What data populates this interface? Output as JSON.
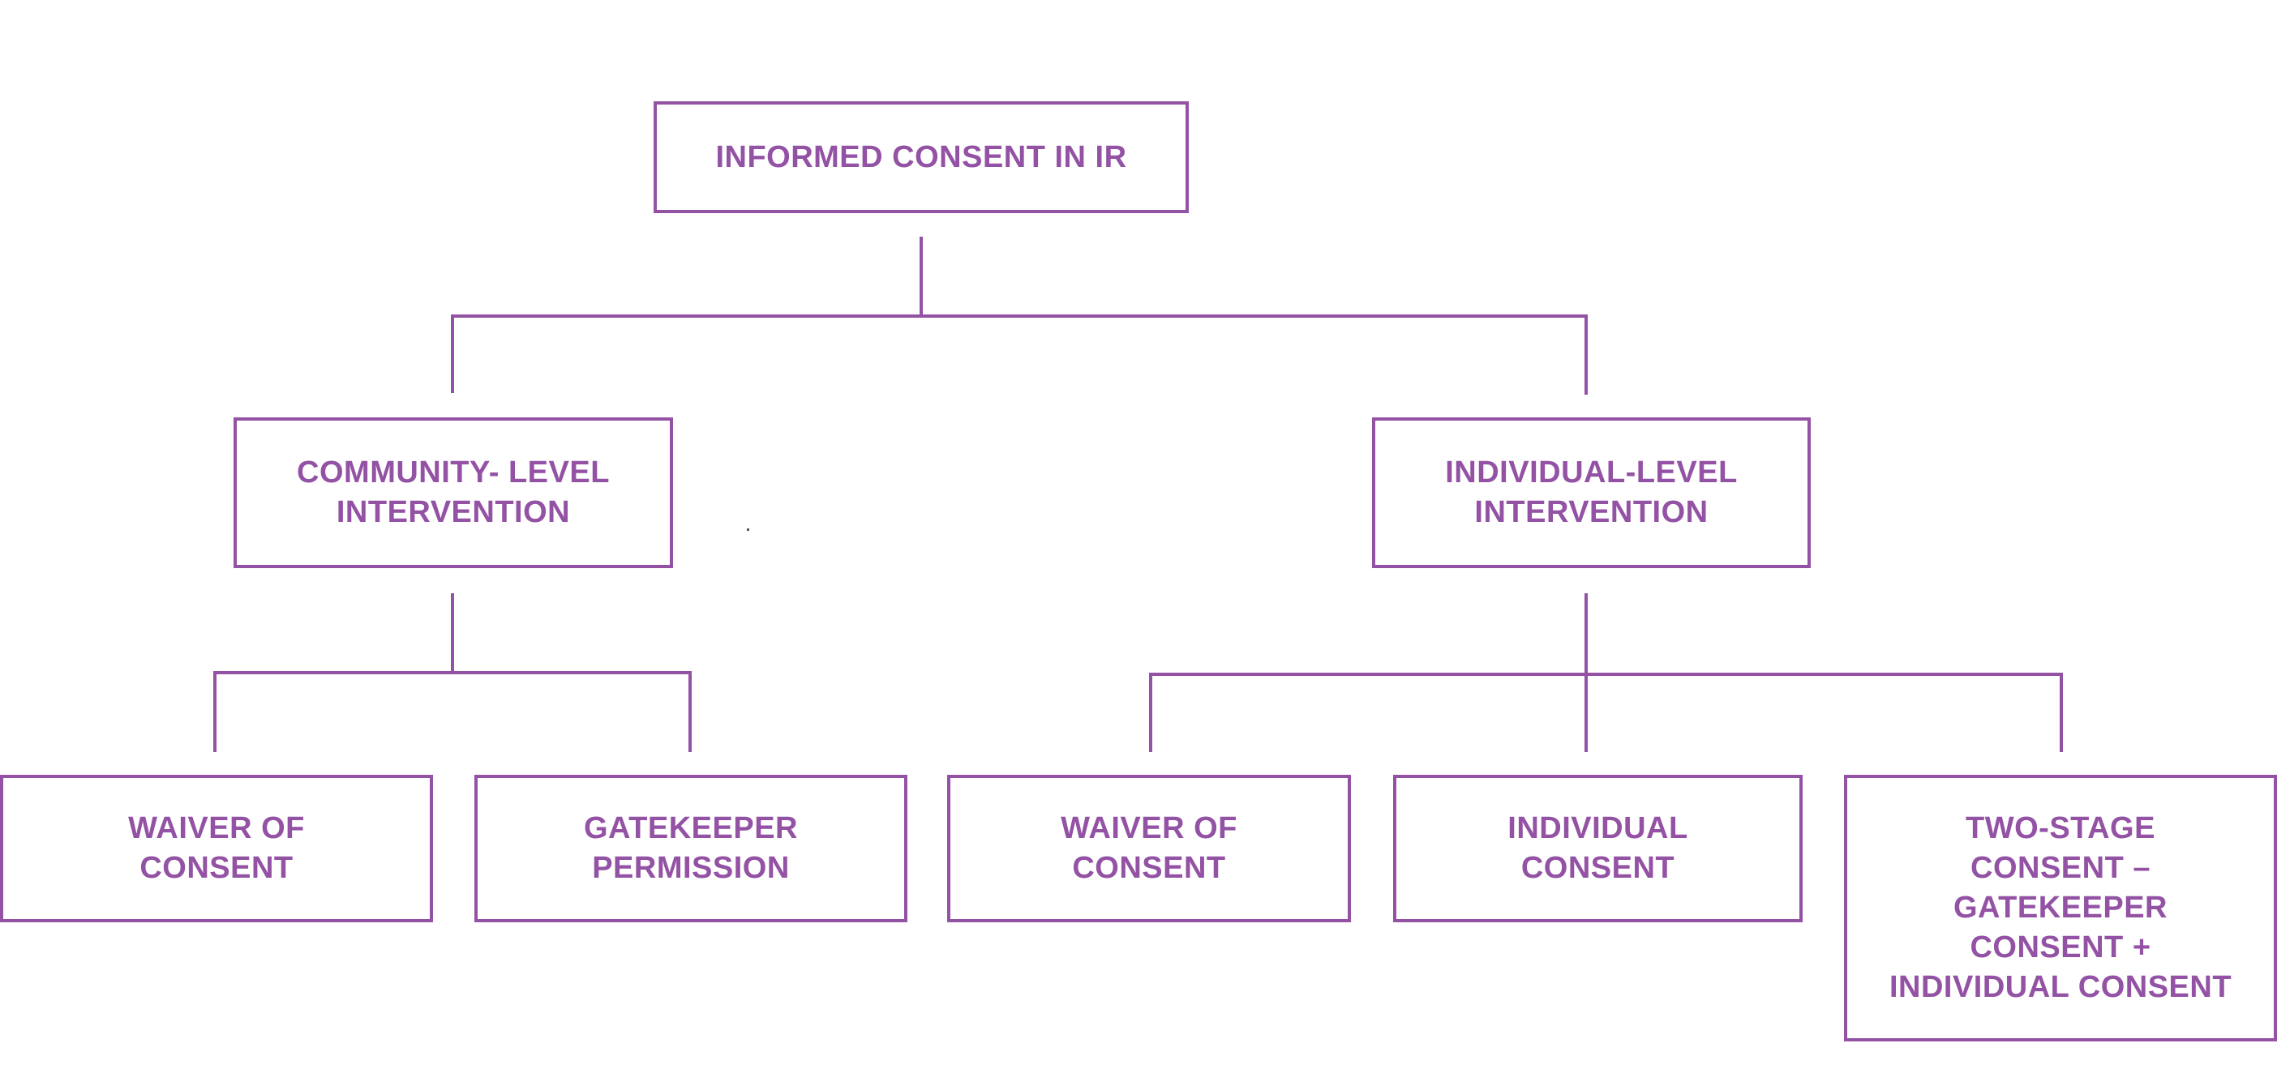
{
  "colors": {
    "accent": "#9352a4",
    "background": "#ffffff"
  },
  "diagram": {
    "root": {
      "label": "INFORMED CONSENT IN IR"
    },
    "community": {
      "label": "COMMUNITY- LEVEL\nINTERVENTION"
    },
    "individual": {
      "label": "INDIVIDUAL-LEVEL\nINTERVENTION"
    },
    "community_children": [
      {
        "label": "WAIVER OF\nCONSENT"
      },
      {
        "label": "GATEKEEPER\nPERMISSION"
      }
    ],
    "individual_children": [
      {
        "label": "WAIVER OF\nCONSENT"
      },
      {
        "label": "INDIVIDUAL\nCONSENT"
      },
      {
        "label": "TWO-STAGE\nCONSENT –\nGATEKEEPER\nCONSENT +\nINDIVIDUAL CONSENT"
      }
    ]
  }
}
